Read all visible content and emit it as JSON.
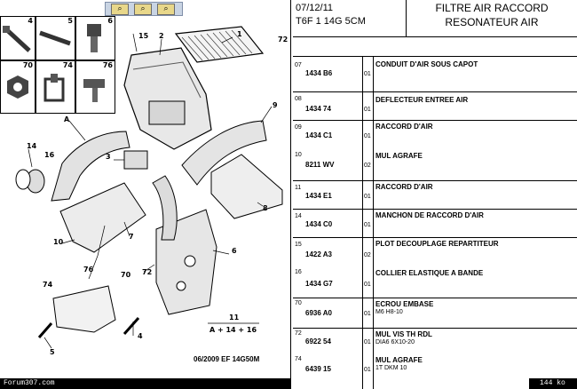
{
  "toolbar": {
    "buttons": [
      {
        "label": "⌕",
        "icon": "zoom-in-icon"
      },
      {
        "label": "⌕",
        "icon": "zoom-out-icon"
      },
      {
        "label": "⌕",
        "icon": "zoom-fit-icon"
      }
    ]
  },
  "header": {
    "date": "07/12/11",
    "model": "T6F 1 14G 5CM",
    "title_line1": "FILTRE AIR RACCORD",
    "title_line2": "RESONATEUR AIR"
  },
  "diagram": {
    "grid_numbers": [
      "4",
      "5",
      "6",
      "70",
      "74",
      "76"
    ],
    "callouts": [
      "72",
      "15",
      "2",
      "1",
      "9",
      "A",
      "14",
      "16",
      "3",
      "8",
      "10",
      "7",
      "72",
      "6",
      "76",
      "74",
      "70",
      "4",
      "5",
      "11"
    ],
    "formula_number": "11",
    "formula": "A + 14 + 16",
    "stamp": "06/2009 EF 14G50M"
  },
  "table": {
    "rows": [
      {
        "ref": "07",
        "code": "1434 B6",
        "qty": "01",
        "desc": "CONDUIT D'AIR SOUS CAPOT",
        "sub": ""
      },
      {
        "ref": "08",
        "code": "1434 74",
        "qty": "01",
        "desc": "DEFLECTEUR ENTREE AIR",
        "sub": ""
      },
      {
        "ref": "09",
        "code": "1434 C1",
        "qty": "01",
        "desc": "RACCORD D'AIR",
        "sub": ""
      },
      {
        "ref": "10",
        "code": "8211 WV",
        "qty": "02",
        "desc": "MUL AGRAFE",
        "sub": ""
      },
      {
        "ref": "11",
        "code": "1434 E1",
        "qty": "01",
        "desc": "RACCORD D'AIR",
        "sub": ""
      },
      {
        "ref": "14",
        "code": "1434 C0",
        "qty": "01",
        "desc": "MANCHON DE RACCORD D'AIR",
        "sub": ""
      },
      {
        "ref": "15",
        "code": "1422 A3",
        "qty": "02",
        "desc": "PLOT DECOUPLAGE REPARTITEUR",
        "sub": ""
      },
      {
        "ref": "16",
        "code": "1434 G7",
        "qty": "01",
        "desc": "COLLIER ELASTIQUE A BANDE",
        "sub": ""
      },
      {
        "ref": "70",
        "code": "6936 A0",
        "qty": "01",
        "desc": "ECROU EMBASE",
        "sub": "M6 H8-10"
      },
      {
        "ref": "72",
        "code": "6922 54",
        "qty": "01",
        "desc": "MUL VIS TH RDL",
        "sub": "DIA6 6X10-20"
      },
      {
        "ref": "74",
        "code": "6439 15",
        "qty": "01",
        "desc": "MUL AGRAFE",
        "sub": "1T DKM 10"
      }
    ]
  },
  "footer": {
    "site": "Forum307.com",
    "size": "144 ko"
  }
}
